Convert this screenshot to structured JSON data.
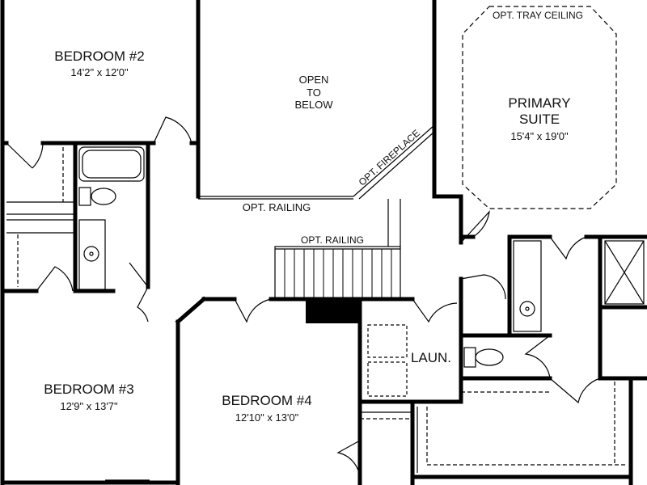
{
  "rooms": {
    "bedroom2": {
      "name": "BEDROOM #2",
      "size": "14'2\" x 12'0\""
    },
    "bedroom3": {
      "name": "BEDROOM #3",
      "size": "12'9\" x 13'7\""
    },
    "bedroom4": {
      "name": "BEDROOM #4",
      "size": "12'10\" x 13'0\""
    },
    "primary": {
      "name_line1": "PRIMARY",
      "name_line2": "SUITE",
      "size": "15'4\" x 19'0\""
    },
    "open_below": {
      "line1": "OPEN",
      "line2": "TO",
      "line3": "BELOW"
    },
    "laundry": {
      "name": "LAUN."
    }
  },
  "annotations": {
    "tray_ceiling": "OPT. TRAY CEILING",
    "fireplace": "OPT. FIREPLACE",
    "railing_upper": "OPT. RAILING",
    "railing_stair": "OPT. RAILING"
  }
}
